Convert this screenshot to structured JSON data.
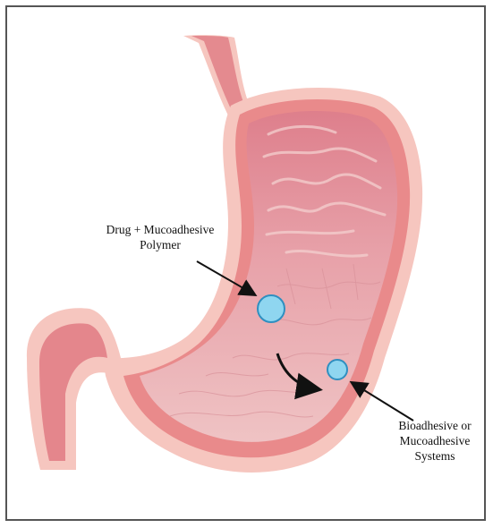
{
  "labels": {
    "drug_polymer": {
      "line1": "Drug + Mucoadhesive",
      "line2": "Polymer"
    },
    "bioadhesive": {
      "line1": "Bioadhesive or",
      "line2": "Mucoadhesive",
      "line3": "Systems"
    }
  },
  "colors": {
    "outer_wall": "#f7c9c0",
    "mid_wall": "#e98a8b",
    "inner_lumen": "#e9a7ad",
    "fundus_dark": "#d9707f",
    "particle_fill": "#8fd6f0",
    "particle_stroke": "#2f8fc0",
    "arrow": "#111111"
  }
}
